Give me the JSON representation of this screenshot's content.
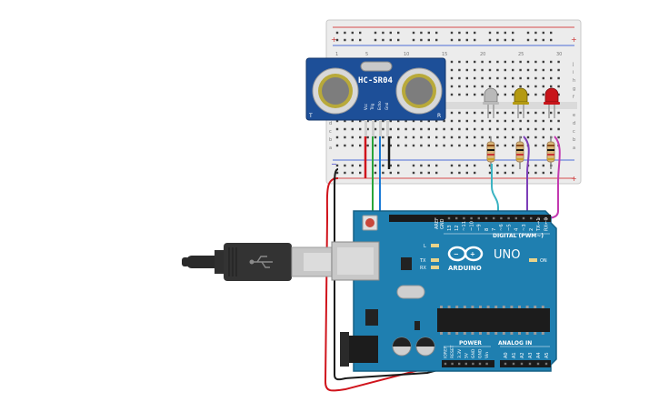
{
  "sensor": {
    "model": "HC-SR04",
    "pin_labels": [
      "Vcc",
      "Trig",
      "Echo",
      "Gnd"
    ],
    "side_left": "T",
    "side_right": "R"
  },
  "breadboard": {
    "column_numbers": [
      "1",
      "5",
      "10",
      "15",
      "20",
      "25",
      "30"
    ],
    "row_letters_top": [
      "j",
      "i",
      "h",
      "g",
      "f"
    ],
    "row_letters_bottom": [
      "e",
      "d",
      "c",
      "b",
      "a"
    ],
    "rail_plus": "+",
    "rail_minus": "−"
  },
  "leds": [
    {
      "color_name": "gray",
      "hex": "#b9b9b9"
    },
    {
      "color_name": "yellow",
      "hex": "#b49a12"
    },
    {
      "color_name": "red",
      "hex": "#c8141a"
    }
  ],
  "arduino": {
    "brand": "ARDUINO",
    "model": "UNO",
    "on_label": "ON",
    "digital_label": "DIGITAL (PWM~)",
    "power_label": "POWER",
    "analog_label": "ANALOG IN",
    "aref_label": "AREF",
    "gnd_label": "GND",
    "digital_pins": [
      "13",
      "12",
      "~11",
      "~10",
      "~9",
      "8",
      "7",
      "~6",
      "~5",
      "4",
      "~3",
      "2",
      "TX→1",
      "RX←0"
    ],
    "power_pins": [
      "IOREF",
      "RESET",
      "3.3V",
      "5V",
      "GND",
      "GND",
      "Vin"
    ],
    "analog_pins": [
      "A0",
      "A1",
      "A2",
      "A3",
      "A4",
      "A5"
    ],
    "led_labels": [
      "L",
      "TX",
      "RX"
    ]
  },
  "wires": {
    "vcc": "#d0141c",
    "gnd": "#1a1a1a",
    "trig": "#2aa53a",
    "echo": "#1b7bd6",
    "led1": "#3ab3c2",
    "led2": "#7d3fb8",
    "led3": "#c33ab0"
  }
}
